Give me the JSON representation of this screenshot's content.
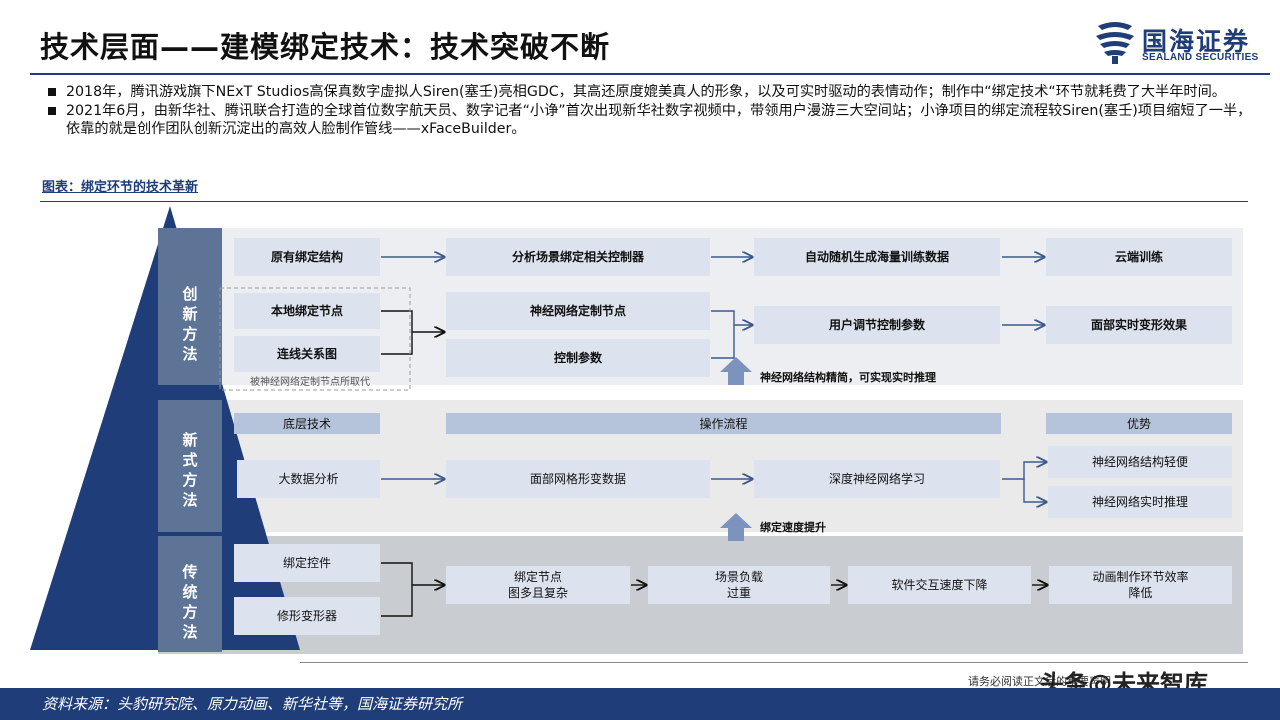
{
  "title": "技术层面——建模绑定技术：技术突破不断",
  "logo": {
    "name": "国海证券",
    "sub": "SEALAND SECURITIES"
  },
  "bullets": [
    "2018年，腾讯游戏旗下NExT Studios高保真数字虚拟人Siren(塞壬)亮相GDC，其高还原度媲美真人的形象，以及可实时驱动的表情动作；制作中“绑定技术“环节就耗费了大半年时间。",
    "2021年6月，由新华社、腾讯联合打造的全球首位数字航天员、数字记者“小诤”首次出现新华社数字视频中，带领用户漫游三大空间站；小诤项目的绑定流程较Siren(塞壬)项目缩短了一半，依靠的就是创作团队创新沉淀出的高效人脸制作管线——xFaceBuilder。"
  ],
  "figure_title": "图表：绑定环节的技术革新",
  "categories": {
    "innovative": "创新方法",
    "new": "新式方法",
    "traditional": "传统方法"
  },
  "innovative": {
    "row1": [
      "原有绑定结构",
      "分析场景绑定相关控制器",
      "自动随机生成海量训练数据",
      "云端训练"
    ],
    "local_node": "本地绑定节点",
    "connect_graph": "连线关系图",
    "replaced_note": "被神经网络定制节点所取代",
    "nn_node": "神经网络定制节点",
    "control_params": "控制参数",
    "user_params": "用户调节控制参数",
    "face_result": "面部实时变形效果",
    "note": "神经网络结构精简，可实现实时推理"
  },
  "new_method": {
    "headers": [
      "底层技术",
      "操作流程",
      "优势"
    ],
    "big_data": "大数据分析",
    "mesh_data": "面部网格形变数据",
    "deep_learning": "深度神经网络学习",
    "adv1": "神经网络结构轻便",
    "adv2": "神经网络实时推理",
    "note": "绑定速度提升"
  },
  "traditional": {
    "control": "绑定控件",
    "deformer": "修形变形器",
    "flow": [
      "绑定节点\n图多且复杂",
      "场景负载\n过重",
      "软件交互速度下降",
      "动画制作环节效率\n降低"
    ]
  },
  "source": "资料来源：头豹研究院、原力动画、新华社等，国海证券研究所",
  "watermark": "头条@未来智库",
  "disclaimer": "请务必阅读正文后的重要声明"
}
